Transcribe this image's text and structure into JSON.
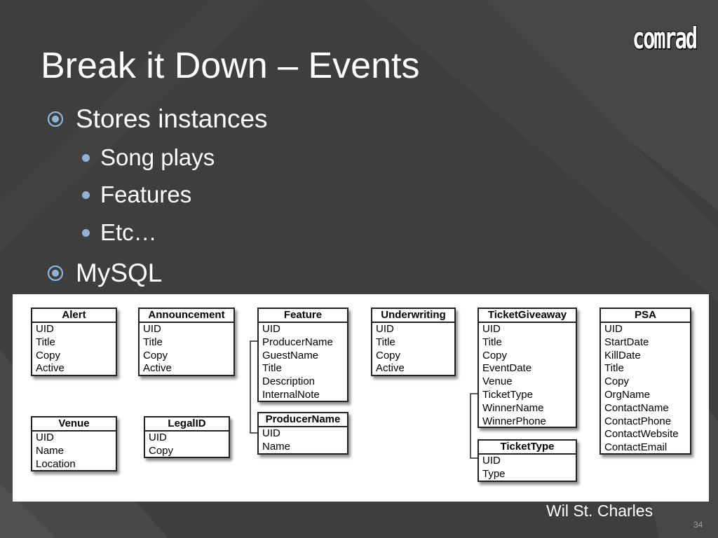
{
  "logo": "comrad",
  "title": "Break it Down – Events",
  "bullets": [
    {
      "text": "Stores instances"
    },
    {
      "text": "Song plays"
    },
    {
      "text": "Features"
    },
    {
      "text": "Etc…"
    },
    {
      "text": "MySQL"
    }
  ],
  "tables": [
    {
      "name": "Alert",
      "fields": [
        "UID",
        "Title",
        "Copy",
        "Active"
      ]
    },
    {
      "name": "Announcement",
      "fields": [
        "UID",
        "Title",
        "Copy",
        "Active"
      ]
    },
    {
      "name": "Feature",
      "fields": [
        "UID",
        "ProducerName",
        "GuestName",
        "Title",
        "Description",
        "InternalNote"
      ]
    },
    {
      "name": "Underwriting",
      "fields": [
        "UID",
        "Title",
        "Copy",
        "Active"
      ]
    },
    {
      "name": "TicketGiveaway",
      "fields": [
        "UID",
        "Title",
        "Copy",
        "EventDate",
        "Venue",
        "TicketType",
        "WinnerName",
        "WinnerPhone"
      ]
    },
    {
      "name": "PSA",
      "fields": [
        "UID",
        "StartDate",
        "KillDate",
        "Title",
        "Copy",
        "OrgName",
        "ContactName",
        "ContactPhone",
        "ContactWebsite",
        "ContactEmail"
      ]
    },
    {
      "name": "Venue",
      "fields": [
        "UID",
        "Name",
        "Location"
      ]
    },
    {
      "name": "LegalID",
      "fields": [
        "UID",
        "Copy"
      ]
    },
    {
      "name": "ProducerName",
      "fields": [
        "UID",
        "Name"
      ]
    },
    {
      "name": "TicketType",
      "fields": [
        "UID",
        "Type"
      ]
    }
  ],
  "author": "Wil St. Charles",
  "page_number": "34",
  "colors": {
    "background": "#3f3f3f",
    "accent_bullet": "#8fb4d8",
    "text": "#ffffff"
  }
}
